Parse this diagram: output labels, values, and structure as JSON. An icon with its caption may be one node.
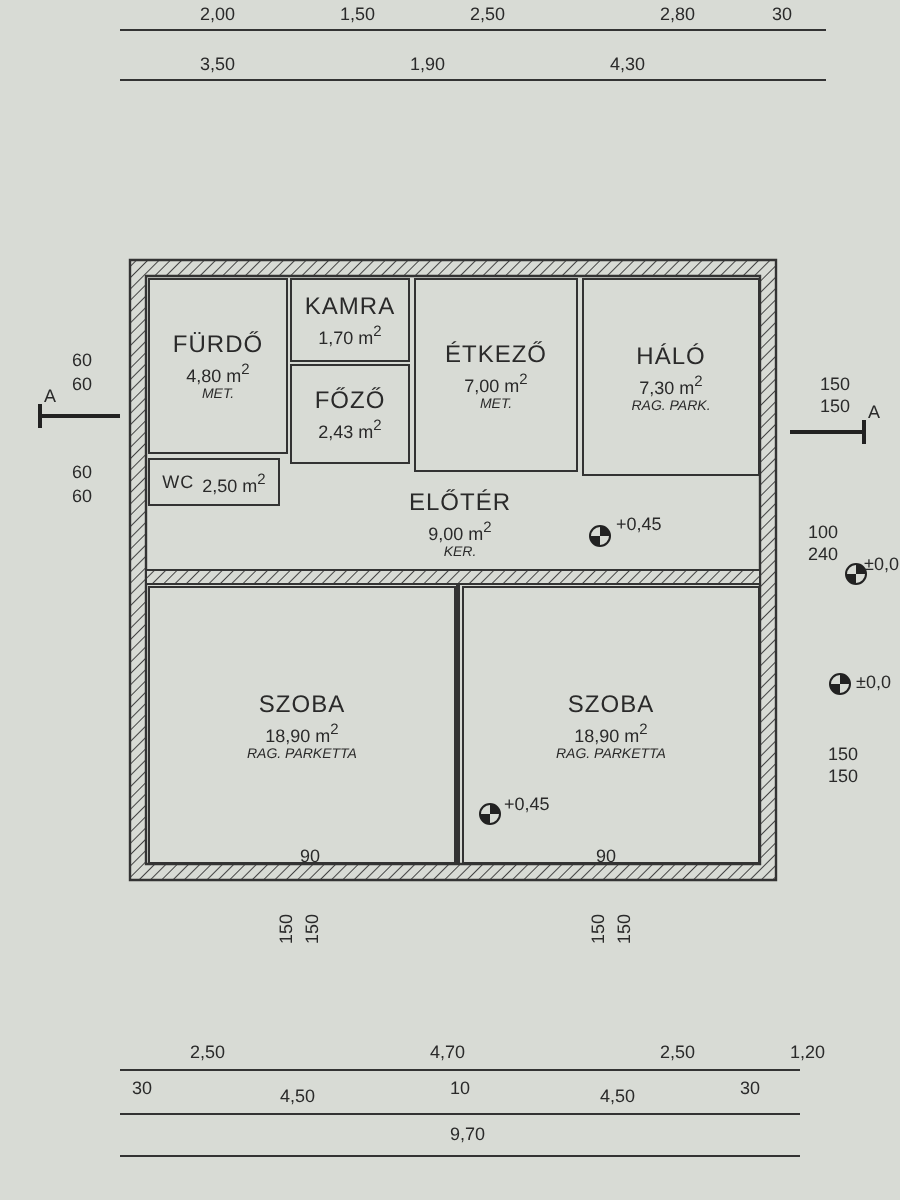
{
  "diagram": {
    "nodes": [
      {
        "text": [
          "FÜRDŐ",
          "4,80 m$^{2}$",
          "MET."
        ]
      },
      {
        "text": [
          "KAMRA",
          "1,70 m$^{2}$"
        ]
      },
      {
        "text": [
          "FŐZŐ",
          "2,43 m$^{2}$"
        ]
      },
      {
        "text": [
          "ÉTKEZŐ",
          "7,00 m$^{2}$",
          "MET."
        ]
      },
      {
        "text": [
          "HÁLÓ",
          "7,30 m$^{2}$",
          "RAG. PARK."
        ]
      },
      {
        "text": [
          "WC",
          "2,50 m$^{2}$"
        ]
      },
      {
        "text": [
          "ELŐTÉR",
          "9,00 m$^{2}$",
          "KER."
        ]
      },
      {
        "text": [
          "SZOBA",
          "18,90 m$^{2}$",
          "RAG. PARKETTA"
        ]
      },
      {
        "text": [
          "SZOBA",
          "18,90 m$^{2}$",
          "RAG. PARKETTA"
        ]
      }
    ],
    "labels": [
      "2,00",
      "1,50",
      "2,50",
      "2,80",
      "30",
      "3,50",
      "1,90",
      "4,30",
      "60",
      "60",
      "A",
      "150",
      "150",
      "A",
      "60",
      "60",
      "+0,45",
      "100",
      "240",
      "±0,0",
      "±0,0",
      "150",
      "150",
      "+0,45",
      "90",
      "90",
      "150",
      "150",
      "150",
      "150",
      "2,50",
      "4,70",
      "2,50",
      "1,20",
      "30",
      "4,50",
      "10",
      "4,50",
      "30",
      "9,70"
    ]
  }
}
